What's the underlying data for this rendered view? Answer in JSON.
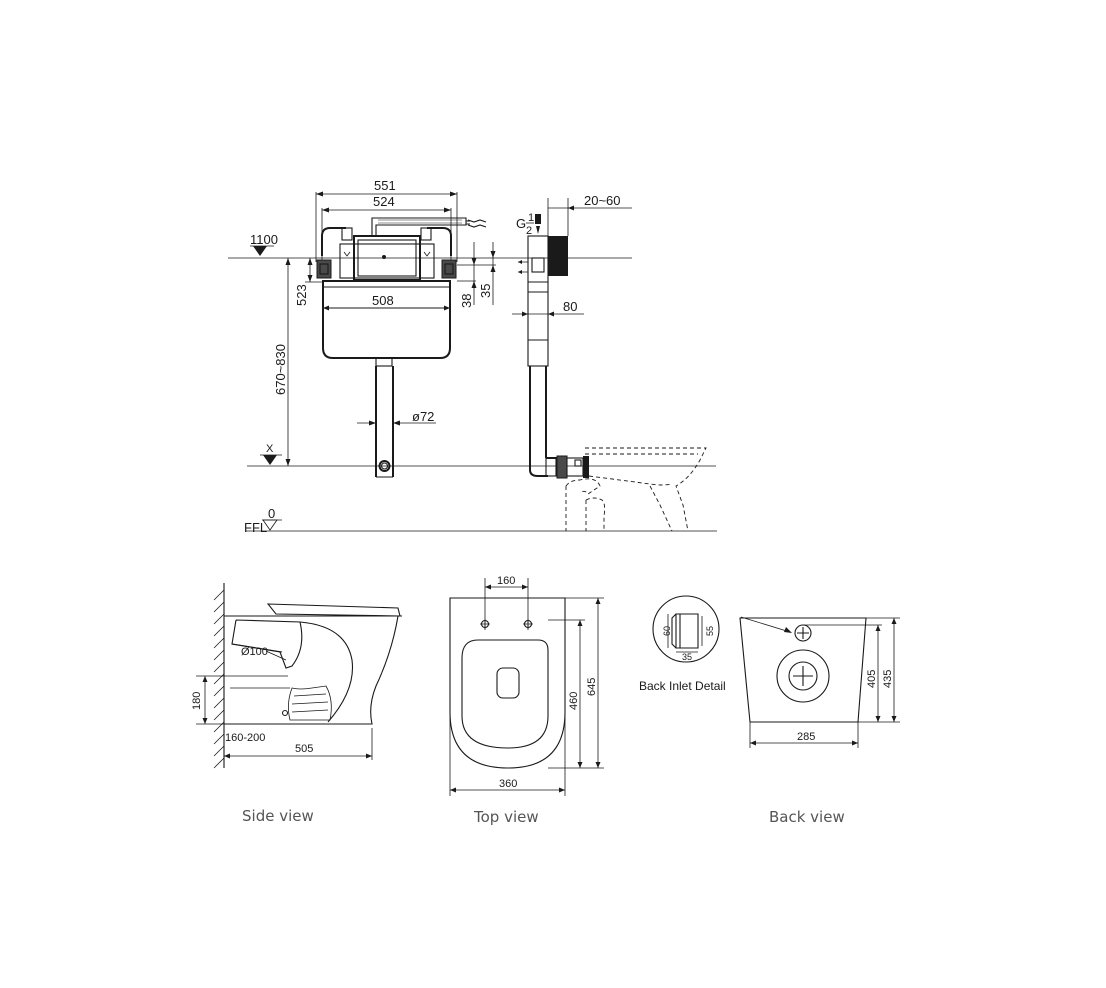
{
  "frame": {
    "dims": {
      "width_outer": "551",
      "width_inner": "524",
      "tank_width": "508",
      "frame_height": "523",
      "install_height": "670~830",
      "offset_38": "38",
      "offset_35": "35",
      "pipe_dia": "ø72",
      "wall_depth": "20~60",
      "side_80": "80",
      "level_1100": "1100",
      "level_x": "X",
      "level_0": "0",
      "ffl": "FFL",
      "inlet_g": "G",
      "inlet_fraction_top": "1",
      "inlet_fraction_bottom": "2"
    }
  },
  "side_view": {
    "caption": "Side view",
    "dims": {
      "outlet_dia": "Ø100",
      "outlet_height": "180",
      "wall_gap": "160-200",
      "depth": "505"
    }
  },
  "top_view": {
    "caption": "Top view",
    "dims": {
      "fixing_spacing": "160",
      "width": "360",
      "seat_length": "460",
      "length": "645"
    }
  },
  "back_view": {
    "caption": "Back view",
    "detail_label": "Back Inlet Detail",
    "dims": {
      "width": "285",
      "inlet_height": "405",
      "height": "435",
      "detail_60": "60",
      "detail_55": "55",
      "detail_35": "35"
    }
  }
}
